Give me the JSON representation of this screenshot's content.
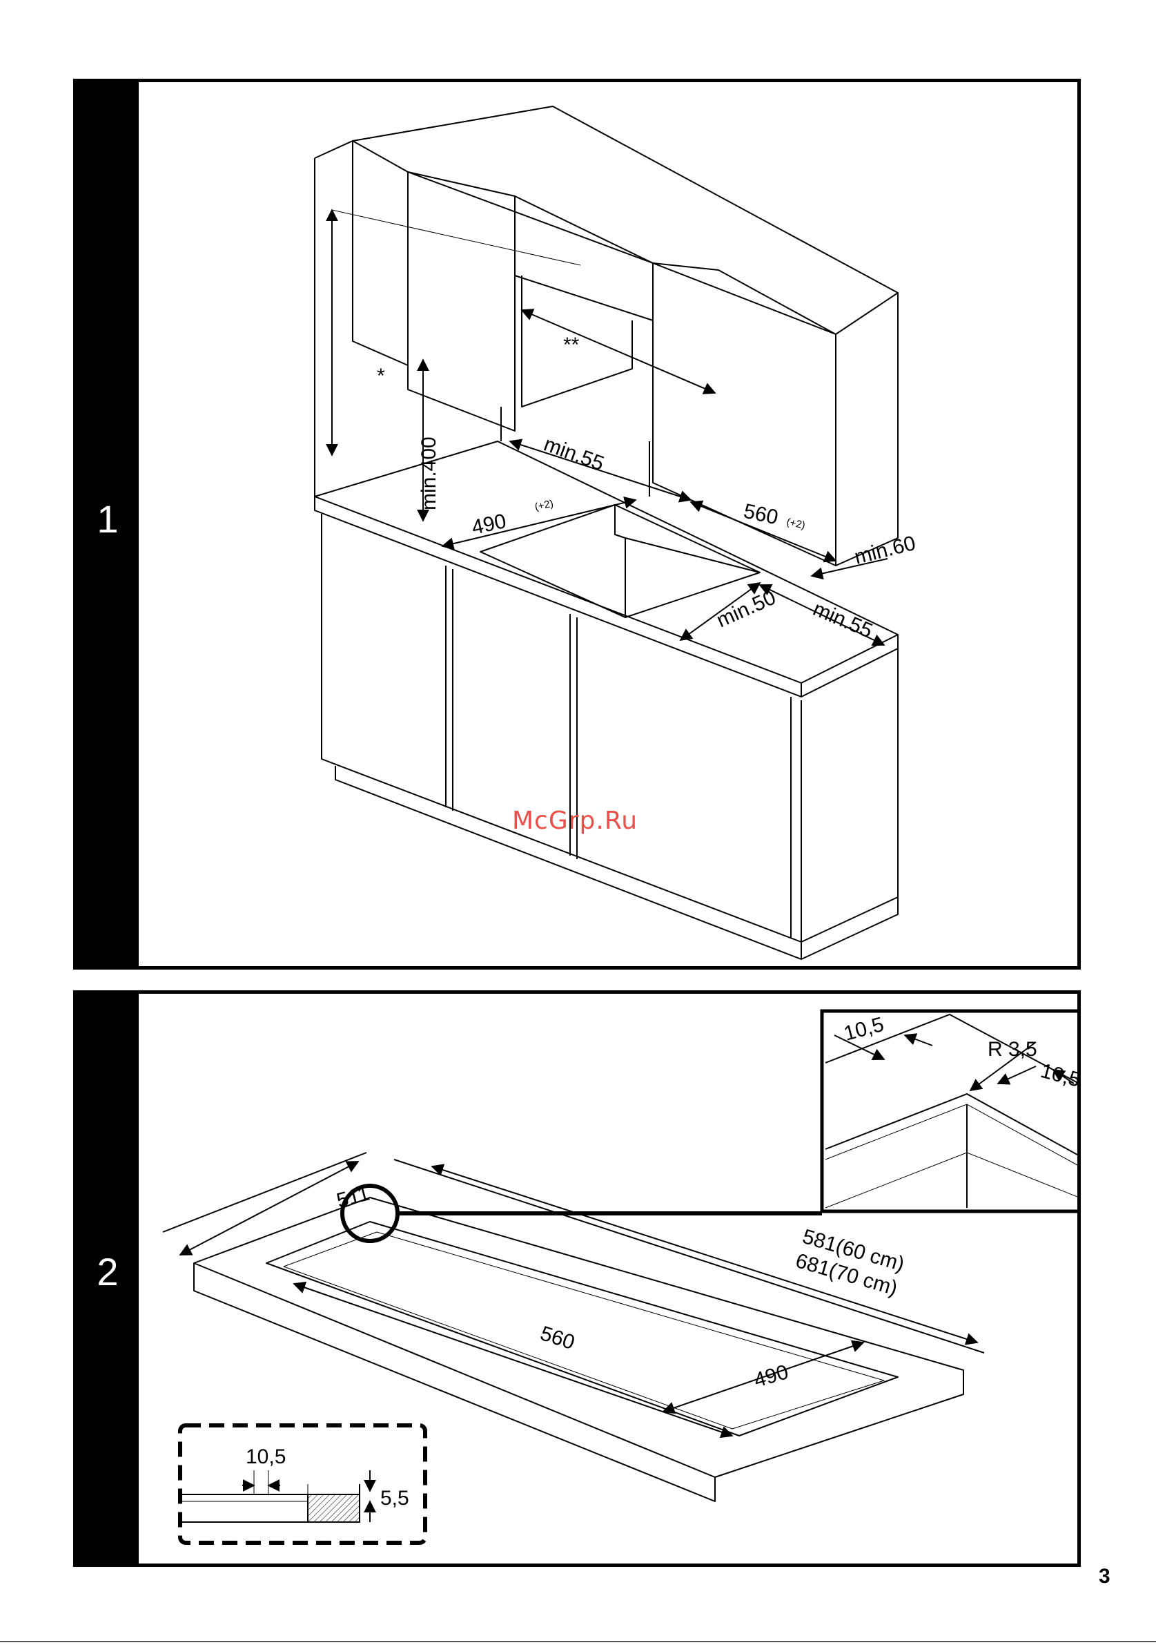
{
  "panels": {
    "panel1": {
      "number": "1"
    },
    "panel2": {
      "number": "2"
    }
  },
  "figure1": {
    "labels": {
      "star": "*",
      "double_star": "**",
      "min_400": "min.400",
      "min_55_top": "min.55",
      "w_490": "490",
      "w_490_tol": "(+2)",
      "w_560": "560",
      "w_560_tol": "(+2)",
      "min_60": "min.60",
      "min_50": "min.50",
      "min_55_bottom": "min.55"
    }
  },
  "figure2": {
    "labels": {
      "d_511": "511",
      "d_581": "581(60 cm)",
      "d_681": "681(70 cm)",
      "d_560": "560",
      "d_490": "490"
    },
    "detail": {
      "d_10_5_left": "10,5",
      "r_3_5": "R 3,5",
      "d_10_5_right": "10,5"
    },
    "section": {
      "d_10_5": "10,5",
      "d_5_5": "5,5"
    }
  },
  "watermark": "McGrp.Ru",
  "page_number": "3"
}
